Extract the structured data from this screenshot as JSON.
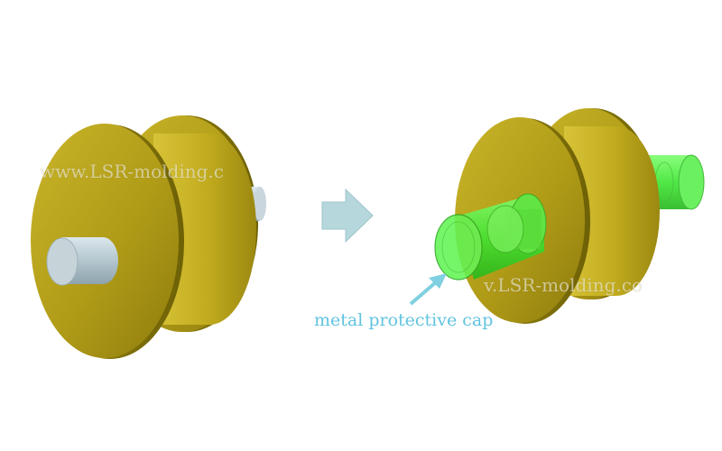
{
  "watermarks": {
    "left": "www.LSR-molding.c",
    "right": "v.LSR-molding.co"
  },
  "annotation": {
    "label": "metal protective cap"
  },
  "colors": {
    "flange": "#b5a21a",
    "hub": "#c2ac1c",
    "metal_shaft": "#b7c8cf",
    "protective_cap": "#3bea2e",
    "transform_arrow": "#b6d8dc",
    "label": "#62c4e0"
  },
  "icons": {
    "transform_arrow": "right-arrow-icon",
    "pointer_arrow": "diagonal-arrow-icon"
  }
}
